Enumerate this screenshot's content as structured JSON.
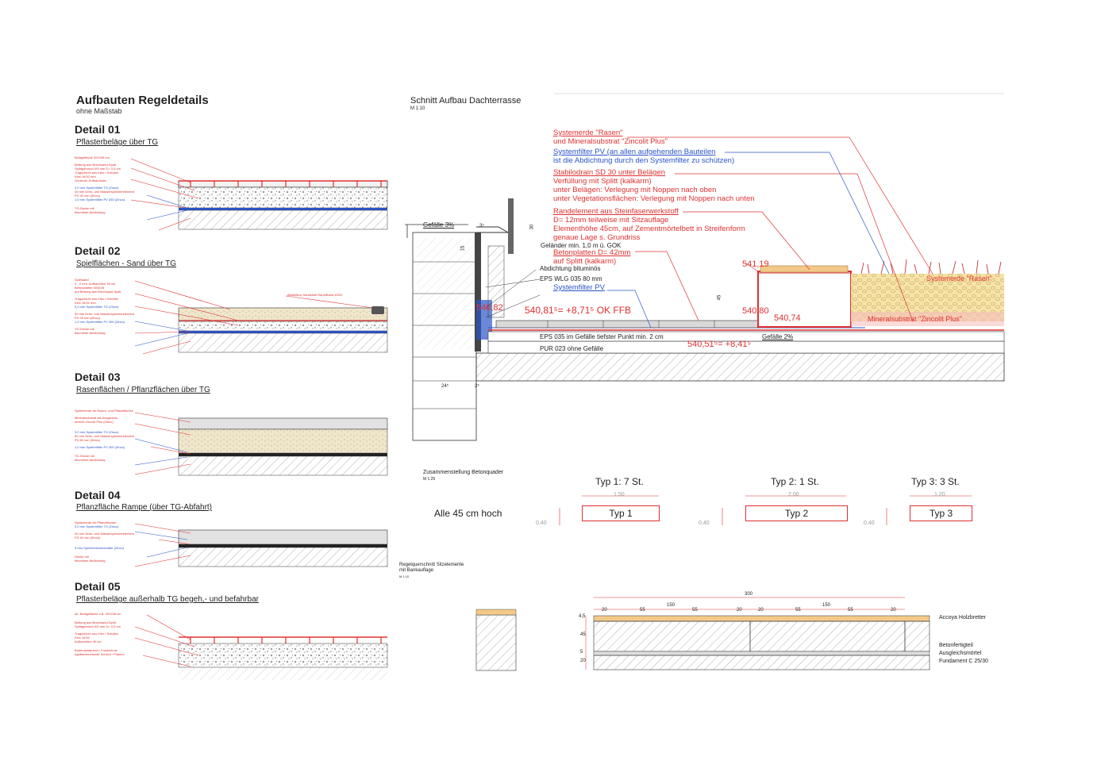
{
  "left": {
    "title": "Aufbauten Regeldetails",
    "subtitle": "ohne Maßstab",
    "details": [
      {
        "heading": "Detail 01",
        "subtitle": "Pflasterbeläge über TG",
        "labels": [
          "Belagsfläche 20/10/8 cm",
          "Bettung aus Brechsand-Splitt",
          "Splittgemisch 0/5 mm D= 3-5 cm",
          "Tragschicht aus Kies / Schotter",
          "Kies 16/32 mm",
          "Geotextil, Aufbaudicke",
          "3,0 mm Systemfilter TG (Zinco)",
          "40 mm Drän- und Wasserspeicherelement",
          "FD 40 von (Zinco)",
          "1,0 mm Systemfilter PV 300 (Zinco)",
          "TG-Decke mit",
          "bitumöser Abdichtung"
        ]
      },
      {
        "heading": "Detail 02",
        "subtitle": "Spielflächen - Sand über TG",
        "labels": [
          "Spielsand",
          "0 - 2 mm, Aufbauhöhe 40 cm",
          "Betonplatten 40/40/8",
          "auf Bettung aus Brechsand-Splitt",
          "Tragschicht aus Kies / Schotter",
          "Kies 16/32 mm",
          "5,0 mm Systemfilter TG (Zinco)",
          "30 mm Drän- und Wasserspeicherelement",
          "FD 25 von (Zinco)",
          "1,0 mm Systemfilter PV 300 (Zinco)",
          "TG-Decke mit",
          "bitumöser Abdichtung"
        ],
        "note": "Abstellbox Sandkiste Rand/Band 40/22"
      },
      {
        "heading": "Detail 03",
        "subtitle": "Rasenflächen / Pflanzflächen über TG",
        "labels": [
          "Systemerde für Rasen- und Pflanzflächen",
          "Mineralsubstrat als Ausgleichs-",
          "schicht Zincolit Plus (Zinco)",
          "3,0 mm Systemfilter TG (Zinco)",
          "60 mm Drän- und Wasserspeicherelement",
          "FD 60 von (Zinco)",
          "1,0 mm Systemfilter PV 300 (Zinco)",
          "TG-Decke mit",
          "bitumöser Abdichtung"
        ]
      },
      {
        "heading": "Detail 04",
        "subtitle": "Pflanzfläche Rampe (über TG-Abfahrt)",
        "labels": [
          "Systemerde für Pflanzflächen",
          "3,0 mm Systemfilter TG (Zinco)",
          "40 mm Drän- und Wasserspeicherelement",
          "FD 40 von (Zinco)",
          "5 mm Speicherschutzmatte (Zinco)",
          "Decke mit",
          "bitumöser Abdichtung"
        ]
      },
      {
        "heading": "Detail 05",
        "subtitle": "Pflasterbeläge außerhalb TG begeh,- und befahrbar",
        "labels": [
          "ab. Belagsfläche z.B. 20/10/8 cm",
          "Bettung aus Brechsand-Splitt",
          "Splittgemisch 0/5 mm D= 3-5 cm",
          "Tragschicht aus Kies / Schotter",
          "Kies 16/32",
          "Aufbauhöhe 40 cm",
          "Bodenaustausch / Frostschutz",
          "kapillarbrechende Schicht / Planum"
        ]
      }
    ]
  },
  "section": {
    "title": "Schnitt Aufbau Dachterrasse",
    "scale": "M 1:10",
    "annotations": [
      {
        "color": "red",
        "lines": [
          "Systemerde \"Rasen\"",
          "und Mineralsubstrat \"Zincolit Plus\""
        ]
      },
      {
        "color": "blue",
        "lines": [
          "Systemfilter PV (an allen aufgehenden Bauteilen",
          "ist die Abdichtung durch den Systemfilter zu schützen)"
        ]
      },
      {
        "color": "red",
        "lines": [
          "Stabilodrain SD 30 unter Belägen",
          "Verfüllung mit Splitt (kalkarm)",
          "unter Belägen: Verlegung mit Noppen nach oben",
          "unter Vegetationsflächen: Verlegung mit Noppen nach unten"
        ]
      },
      {
        "color": "red",
        "lines": [
          "Randelement aus Steinfaserwerkstoff",
          "D= 12mm teilweise mit Sitzauflage",
          "Elementhöhe 45cm, auf Zementmörtelbett in Streifenform",
          "genaue Lage s. Grundriss"
        ]
      }
    ],
    "gelaender": "Geländer min. 1,0 m ü. GOK",
    "betonplatten": [
      "Betonplatten D= 42mm",
      "auf Splitt (kalkarm)"
    ],
    "abdichtung": "Abdichtung bituminös",
    "eps": "EPS WLG 035 80 mm",
    "systemfilter": "Systemfilter PV",
    "eps_gefaelle": "EPS 035 im Gefälle tiefster Punkt min. 2 cm",
    "pur": "PUR 023 ohne Gefälle",
    "gefaelle_top": "Gefälle 3%",
    "gefaelle_bottom": "Gefälle 2%",
    "elev_ffb": "540,81⁵= +8,71⁵ OK FFB",
    "elev_left": "540,82",
    "elev_top": "541,19",
    "elev_80": "540,80",
    "elev_74": "540,74",
    "elev_bottom": "540,51⁵= +8,41⁵",
    "label_rasen": "Systemerde \"Rasen\"",
    "label_mineral": "Mineralsubstrat \"Zincolit Plus\"",
    "dims": [
      "30",
      "3⁵",
      "15",
      "45",
      "24⁵",
      "2⁵"
    ]
  },
  "quader": {
    "title": "Zusammenstellung Betonquader",
    "scale": "M 1:25",
    "alle": "Alle 45 cm hoch",
    "types": [
      {
        "header": "Typ 1: 7 St.",
        "label": "Typ 1",
        "width": "1.50",
        "height": "0.40"
      },
      {
        "header": "Typ 2: 1 St.",
        "label": "Typ 2",
        "width": "2.00",
        "height": "0.40"
      },
      {
        "header": "Typ 3: 3 St.",
        "label": "Typ 3",
        "width": "1.20",
        "height": "0.40"
      }
    ]
  },
  "sitz": {
    "title": [
      "Regelquerschnitt Sitzelemente",
      "mit Bankauflage"
    ],
    "scale": "M 1:10",
    "dim_total": "300",
    "dim_row": [
      "20",
      "55",
      "55",
      "20",
      "20",
      "55",
      "55",
      "20"
    ],
    "dim_150": [
      "150",
      "150"
    ],
    "dim_left": [
      "4,5",
      "45",
      "5",
      "20"
    ],
    "labels": [
      "Accoya Holzbretter",
      "Betonfertigteil",
      "Ausgleichsmörtel",
      "Fundament C 25/30"
    ]
  },
  "colors": {
    "red": "#e03030",
    "blue": "#2a55c8",
    "dark": "#222222"
  }
}
